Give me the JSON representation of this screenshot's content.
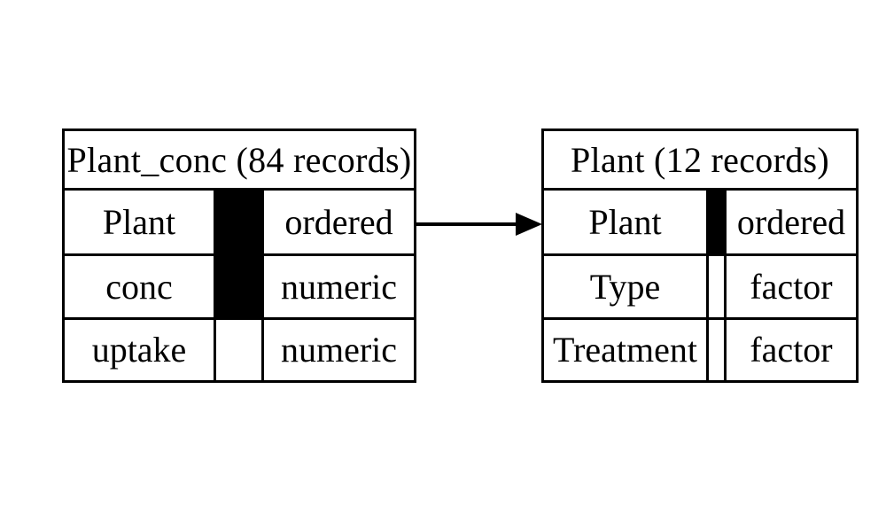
{
  "diagram": {
    "background": "#ffffff",
    "line_color": "#000000",
    "key_indicator_color": "#000000"
  },
  "tables": [
    {
      "title": "Plant_conc (84 records)",
      "rows": [
        {
          "name": "Plant",
          "type": "ordered",
          "is_key": true
        },
        {
          "name": "conc",
          "type": "numeric",
          "is_key": true
        },
        {
          "name": "uptake",
          "type": "numeric",
          "is_key": false
        }
      ]
    },
    {
      "title": "Plant (12 records)",
      "rows": [
        {
          "name": "Plant",
          "type": "ordered",
          "is_key": true
        },
        {
          "name": "Type",
          "type": "factor",
          "is_key": false
        },
        {
          "name": "Treatment",
          "type": "factor",
          "is_key": false
        }
      ]
    }
  ],
  "relationship": {
    "from_table": "Plant_conc",
    "from_column": "Plant",
    "to_table": "Plant",
    "to_column": "Plant"
  }
}
